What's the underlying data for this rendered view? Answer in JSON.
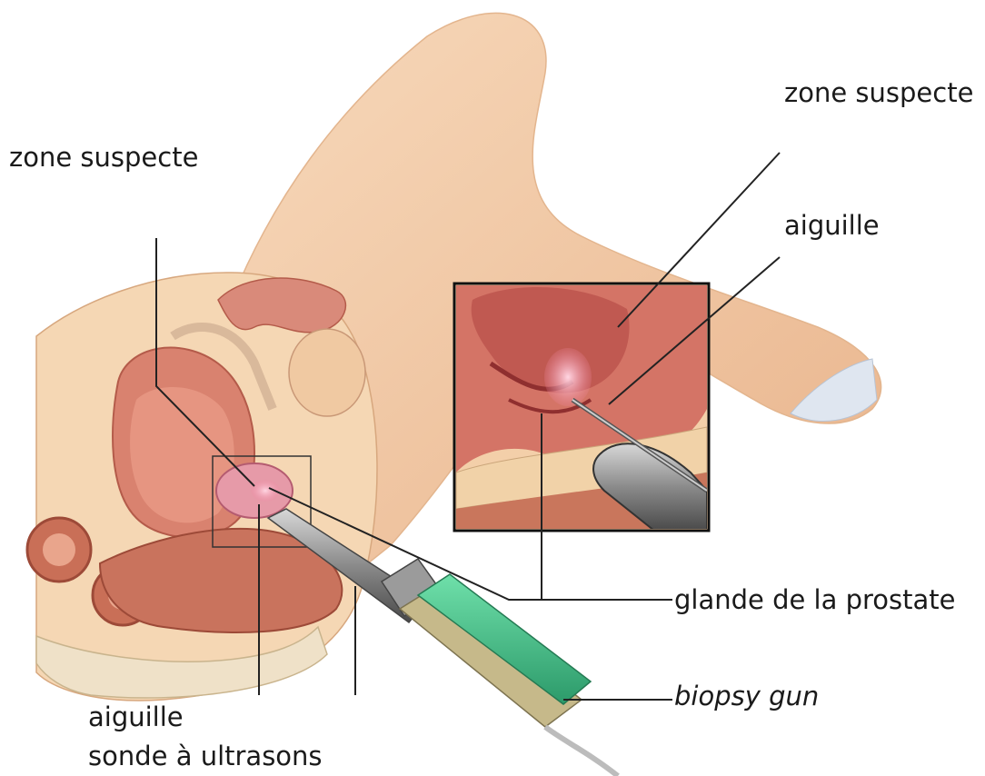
{
  "labels": {
    "zone_suspecte_left": "zone suspecte",
    "zone_suspecte_right": "zone suspecte",
    "aiguille_right": "aiguille",
    "glande_prostate": "glande de la prostate",
    "biopsy_gun": "biopsy gun",
    "aiguille_bottom": "aiguille",
    "sonde_ultrasons": "sonde à ultrasons"
  },
  "colors": {
    "skin": "#f2c9a0",
    "tissue": "#d9826f",
    "prostate": "#f4a6b8",
    "gun_green": "#3fbf86",
    "probe_grey": "#7d7d7d"
  }
}
